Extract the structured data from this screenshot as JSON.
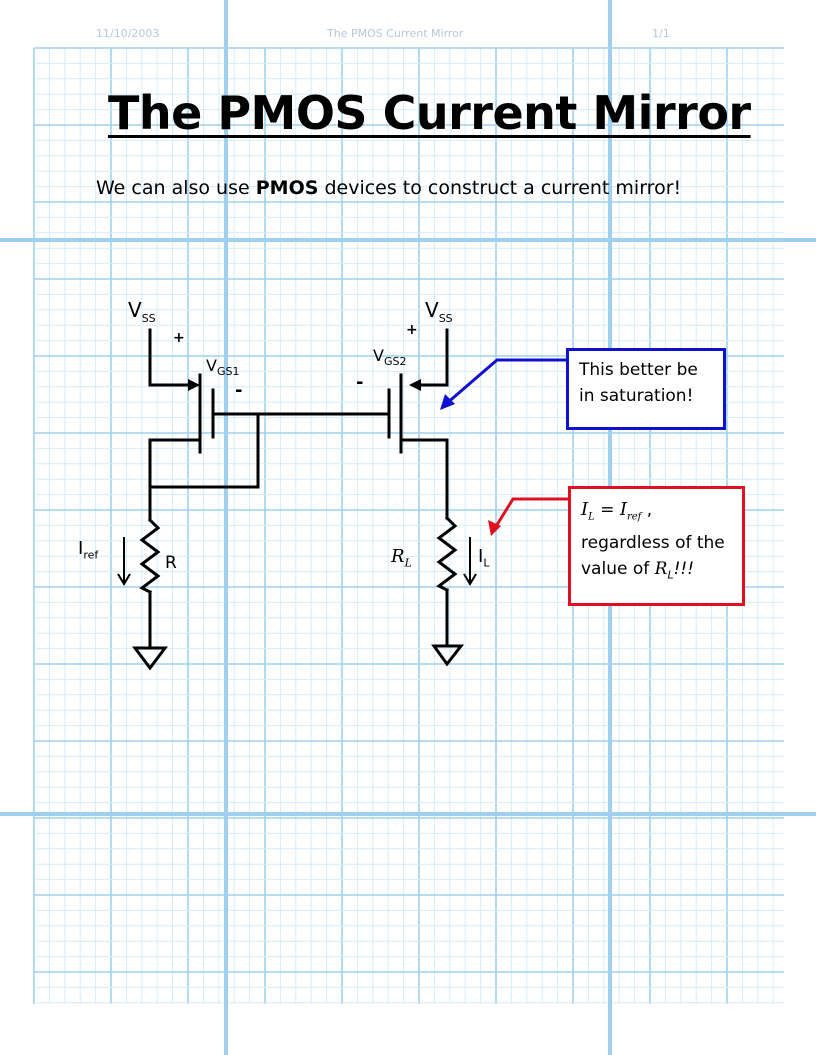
{
  "header": {
    "date": "11/10/2003",
    "doc_title": "The PMOS Current Mirror",
    "page": "1/1"
  },
  "title": "The PMOS Current Mirror",
  "intro": {
    "before": "We can also use ",
    "emphasis": "PMOS",
    "after": " devices to construct a current mirror!"
  },
  "circuit": {
    "vss_left_main": "V",
    "vss_left_sub": "SS",
    "vss_right_main": "V",
    "vss_right_sub": "SS",
    "vgs1_main": "V",
    "vgs1_sub": "GS1",
    "vgs2_main": "V",
    "vgs2_sub": "GS2",
    "plus": "+",
    "minus": "-",
    "iref_main": "I",
    "iref_sub": "ref",
    "r_label": "R",
    "rl_main": "R",
    "rl_sub": "L",
    "il_main": "I",
    "il_sub": "L"
  },
  "callouts": {
    "saturation": {
      "line1": "This better be",
      "line2": "in saturation!"
    },
    "regardless": {
      "eq_left_main": "I",
      "eq_left_sub": "L",
      "eq_op": " = ",
      "eq_right_main": "I",
      "eq_right_sub": "ref",
      "eq_tail": " ,",
      "line2": "regardless of the",
      "line3_pre": "value of ",
      "line3_var_main": "R",
      "line3_var_sub": "L",
      "line3_post": "!!!"
    }
  },
  "colors": {
    "grid_light": "#d6ebf7",
    "grid_heavy": "#9fd0ef",
    "callout_blue": "#1010d0",
    "callout_red": "#e01020"
  }
}
